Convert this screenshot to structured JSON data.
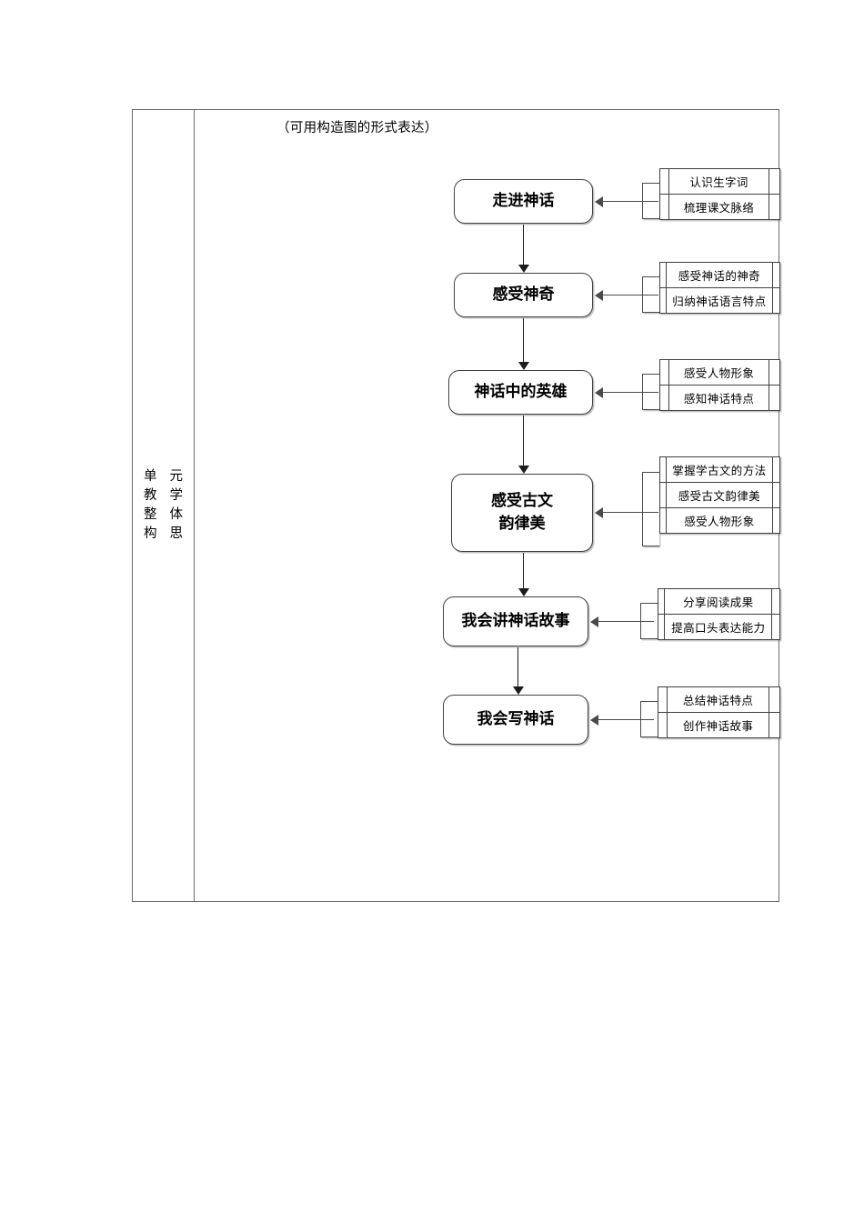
{
  "document": {
    "row_label_chars": [
      "单",
      "元",
      "教",
      "学",
      "整",
      "体",
      "构",
      "思"
    ],
    "row_label_text": "单元教学整体构思",
    "caption": "（可用构造图的形式表达）"
  },
  "flow": {
    "nodes": [
      {
        "id": "node-1",
        "title": "走进神话",
        "lines": [
          "走进神话"
        ],
        "details": [
          "认识生字词",
          "梳理课文脉络"
        ]
      },
      {
        "id": "node-2",
        "title": "感受神奇",
        "lines": [
          "感受神奇"
        ],
        "details": [
          "感受神话的神奇",
          "归纳神话语言特点"
        ]
      },
      {
        "id": "node-3",
        "title": "神话中的英雄",
        "lines": [
          "神话中的英雄"
        ],
        "details": [
          "感受人物形象",
          "感知神话特点"
        ]
      },
      {
        "id": "node-4",
        "title": "感受古文韵律美",
        "lines": [
          "感受古文",
          "韵律美"
        ],
        "details": [
          "掌握学古文的方法",
          "感受古文韵律美",
          "感受人物形象"
        ]
      },
      {
        "id": "node-5",
        "title": "我会讲神话故事",
        "lines": [
          "我会讲神话故事"
        ],
        "details": [
          "分享阅读成果",
          "提高口头表达能力"
        ]
      },
      {
        "id": "node-6",
        "title": "我会写神话",
        "lines": [
          "我会写神话"
        ],
        "details": [
          "总结神话特点",
          "创作神话故事"
        ]
      }
    ]
  },
  "colors": {
    "border": "#404040",
    "table_border": "#6a6a6a",
    "arrow": "#4a4a4a",
    "v_arrow": "#1c1c1c",
    "background": "#ffffff"
  }
}
